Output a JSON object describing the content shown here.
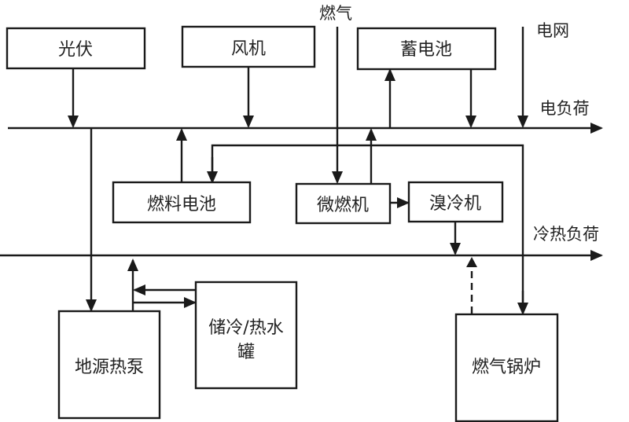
{
  "diagram": {
    "title": "",
    "components": {
      "pv": "光伏",
      "wind_turbine": "风机",
      "battery": "蓄电池",
      "fuel_cell": "燃料电池",
      "micro_turbine": "微燃机",
      "absorption_chiller": "溴冷机",
      "ground_source_heat_pump": "地源热泵",
      "storage_tank_line1": "储冷/热水",
      "storage_tank_line2": "罐",
      "gas_boiler": "燃气锅炉"
    },
    "external": {
      "natural_gas": "燃气",
      "power_grid": "电网"
    },
    "buses": {
      "electric_load": "电负荷",
      "cooling_heating_load": "冷热负荷"
    },
    "connections": [
      {
        "from": "光伏",
        "to": "电负荷",
        "style": "solid"
      },
      {
        "from": "风机",
        "to": "电负荷",
        "style": "solid"
      },
      {
        "from": "电负荷",
        "to": "蓄电池",
        "style": "solid"
      },
      {
        "from": "蓄电池",
        "to": "电负荷",
        "style": "solid"
      },
      {
        "from": "电网",
        "to": "电负荷",
        "style": "solid"
      },
      {
        "from": "燃气",
        "to": "微燃机",
        "style": "solid"
      },
      {
        "from": "燃气",
        "to": "燃料电池",
        "style": "solid"
      },
      {
        "from": "燃气",
        "to": "燃气锅炉",
        "style": "solid"
      },
      {
        "from": "燃料电池",
        "to": "电负荷",
        "style": "solid"
      },
      {
        "from": "微燃机",
        "to": "电负荷",
        "style": "solid"
      },
      {
        "from": "微燃机",
        "to": "溴冷机",
        "style": "solid"
      },
      {
        "from": "溴冷机",
        "to": "冷热负荷",
        "style": "solid"
      },
      {
        "from": "燃气锅炉",
        "to": "冷热负荷",
        "style": "dashed"
      },
      {
        "from": "电负荷",
        "to": "地源热泵",
        "style": "solid"
      },
      {
        "from": "地源热泵",
        "to": "冷热负荷",
        "style": "solid"
      },
      {
        "from": "地源热泵",
        "to": "储冷/热水罐",
        "style": "solid"
      },
      {
        "from": "储冷/热水罐",
        "to": "地源热泵",
        "style": "solid"
      }
    ]
  }
}
